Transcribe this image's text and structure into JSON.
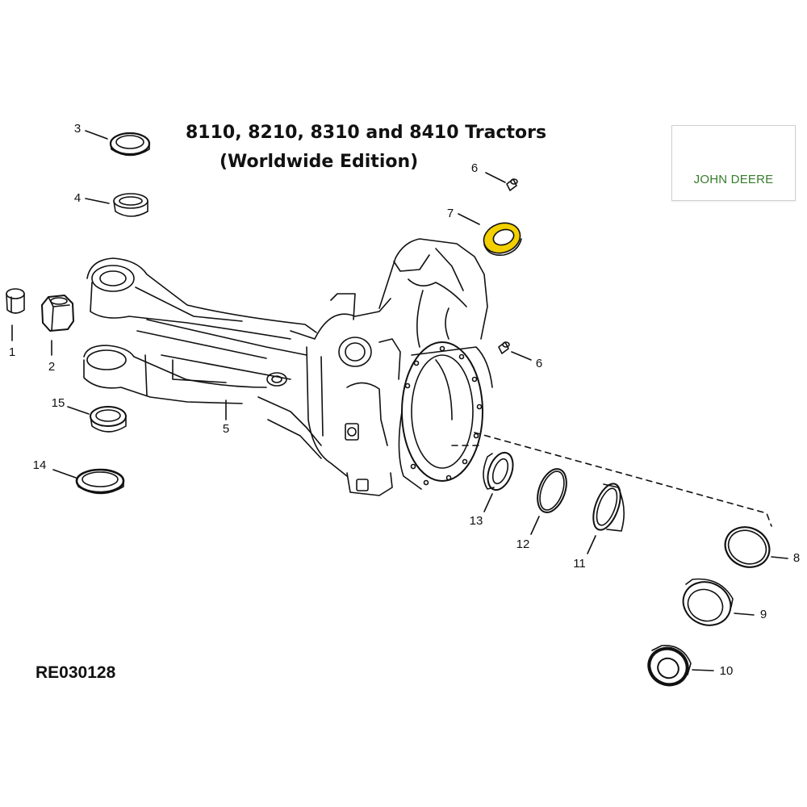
{
  "title": {
    "line1": "8110, 8210, 8310 and 8410 Tractors",
    "line2": "(Worldwide Edition)"
  },
  "reference_code": "RE030128",
  "logo": {
    "text": "JOHN DEERE",
    "colors": {
      "green": "#367c2b",
      "yellow": "#ffde00"
    }
  },
  "callouts": {
    "c1": "1",
    "c2": "2",
    "c3": "3",
    "c4": "4",
    "c5": "5",
    "c6a": "6",
    "c6b": "6",
    "c7": "7",
    "c8": "8",
    "c9": "9",
    "c10": "10",
    "c11": "11",
    "c12": "12",
    "c13": "13",
    "c14": "14",
    "c15": "15"
  },
  "highlight_color": "#f2d000"
}
